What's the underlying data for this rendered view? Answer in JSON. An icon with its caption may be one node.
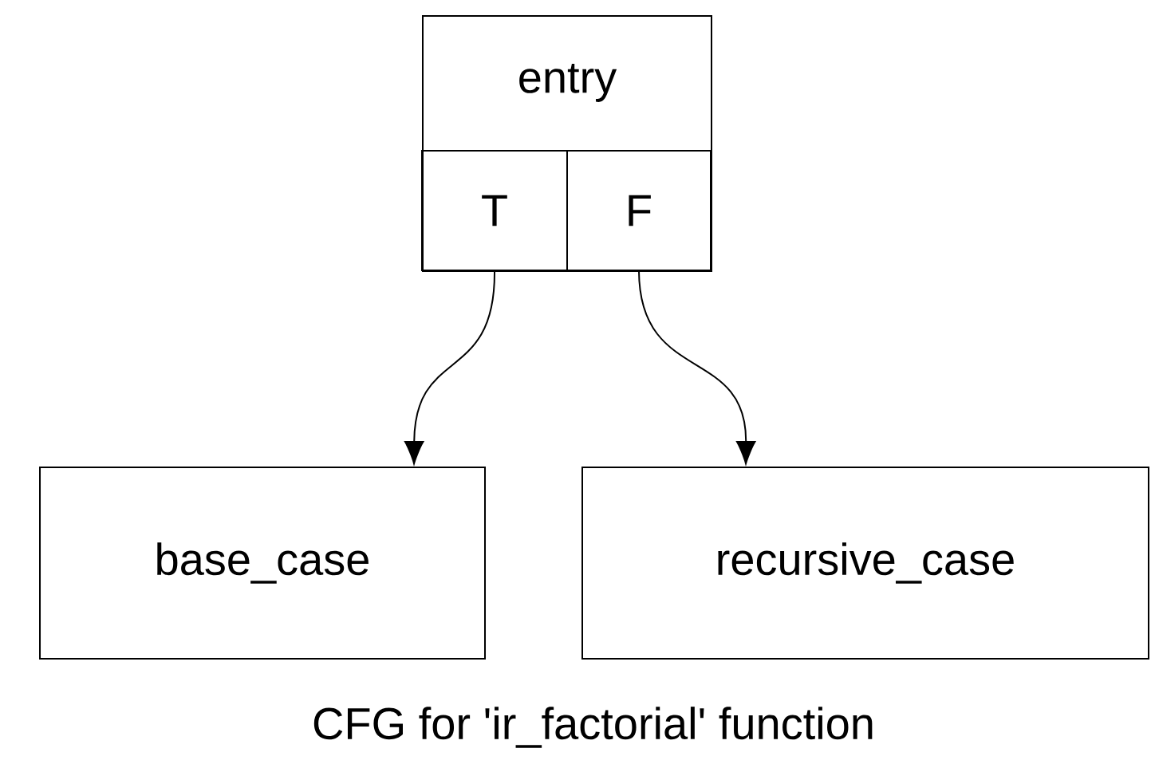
{
  "diagram": {
    "caption": "CFG for 'ir_factorial' function",
    "nodes": [
      {
        "text": [
          "entry"
        ]
      },
      {
        "text": [
          "T"
        ],
        "in": 0
      },
      {
        "text": [
          "F"
        ],
        "in": 0
      },
      {
        "text": [
          "base_case"
        ]
      },
      {
        "text": [
          "recursive_case"
        ]
      }
    ],
    "edges": [
      {
        "from": 1,
        "to": 3,
        "arrow": "to"
      },
      {
        "from": 2,
        "to": 4,
        "arrow": "to"
      }
    ]
  }
}
